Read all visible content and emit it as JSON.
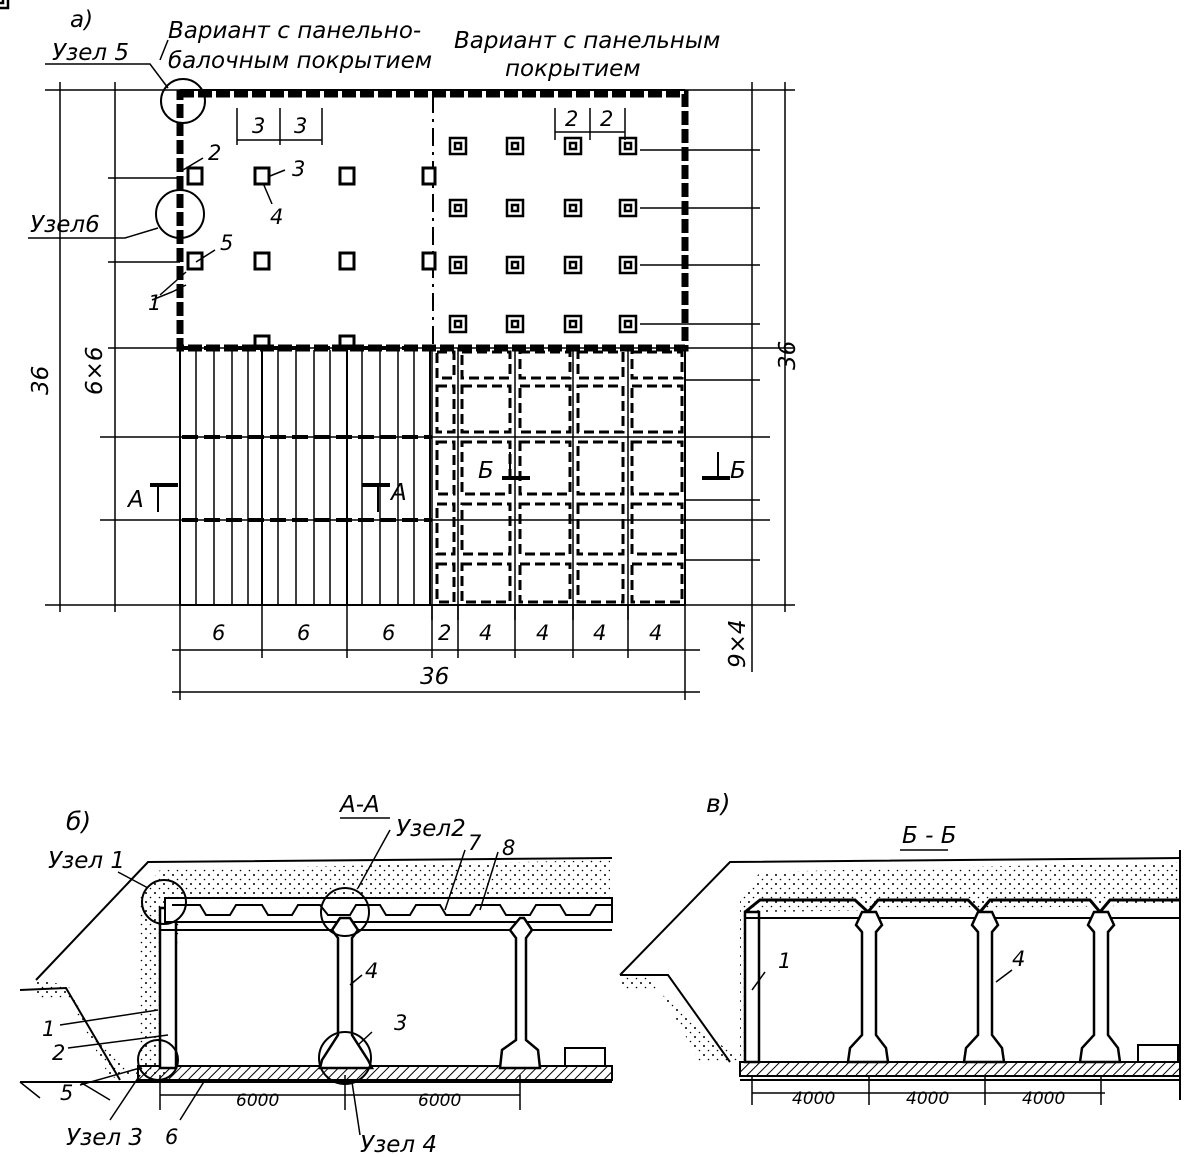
{
  "plan": {
    "panel_label": "а)",
    "variant_left_line1": "Вариант с панельно-",
    "variant_left_line2": "балочным покрытием",
    "variant_right_line1": "Вариант с панельным",
    "variant_right_line2": "покрытием",
    "node5": "Узел 5",
    "node6": "Узел6",
    "dim_top_left": [
      "3",
      "3"
    ],
    "dim_top_right": [
      "2",
      "2"
    ],
    "marks": [
      "1",
      "2",
      "3",
      "4",
      "5"
    ],
    "dim_left_outer": "36",
    "dim_left_inner": "6×6",
    "dim_right": "36",
    "dim_right_bottom": "9×4",
    "dim_bottom": [
      "6",
      "6",
      "6",
      "2",
      "4",
      "4",
      "4",
      "4"
    ],
    "dim_bottom_total": "36",
    "section_a": "А",
    "section_b": "Б"
  },
  "section_aa": {
    "panel_label": "б)",
    "title": "А-А",
    "node1": "Узел 1",
    "node2": "Узел2",
    "node3": "Узел 3",
    "node4": "Узел 4",
    "marks": [
      "1",
      "2",
      "3",
      "4",
      "5",
      "6",
      "7",
      "8"
    ],
    "spans": [
      "6000",
      "6000"
    ]
  },
  "section_bb": {
    "panel_label": "в)",
    "title": "Б - Б",
    "marks": [
      "1",
      "4"
    ],
    "spans": [
      "4000",
      "4000",
      "4000"
    ]
  }
}
